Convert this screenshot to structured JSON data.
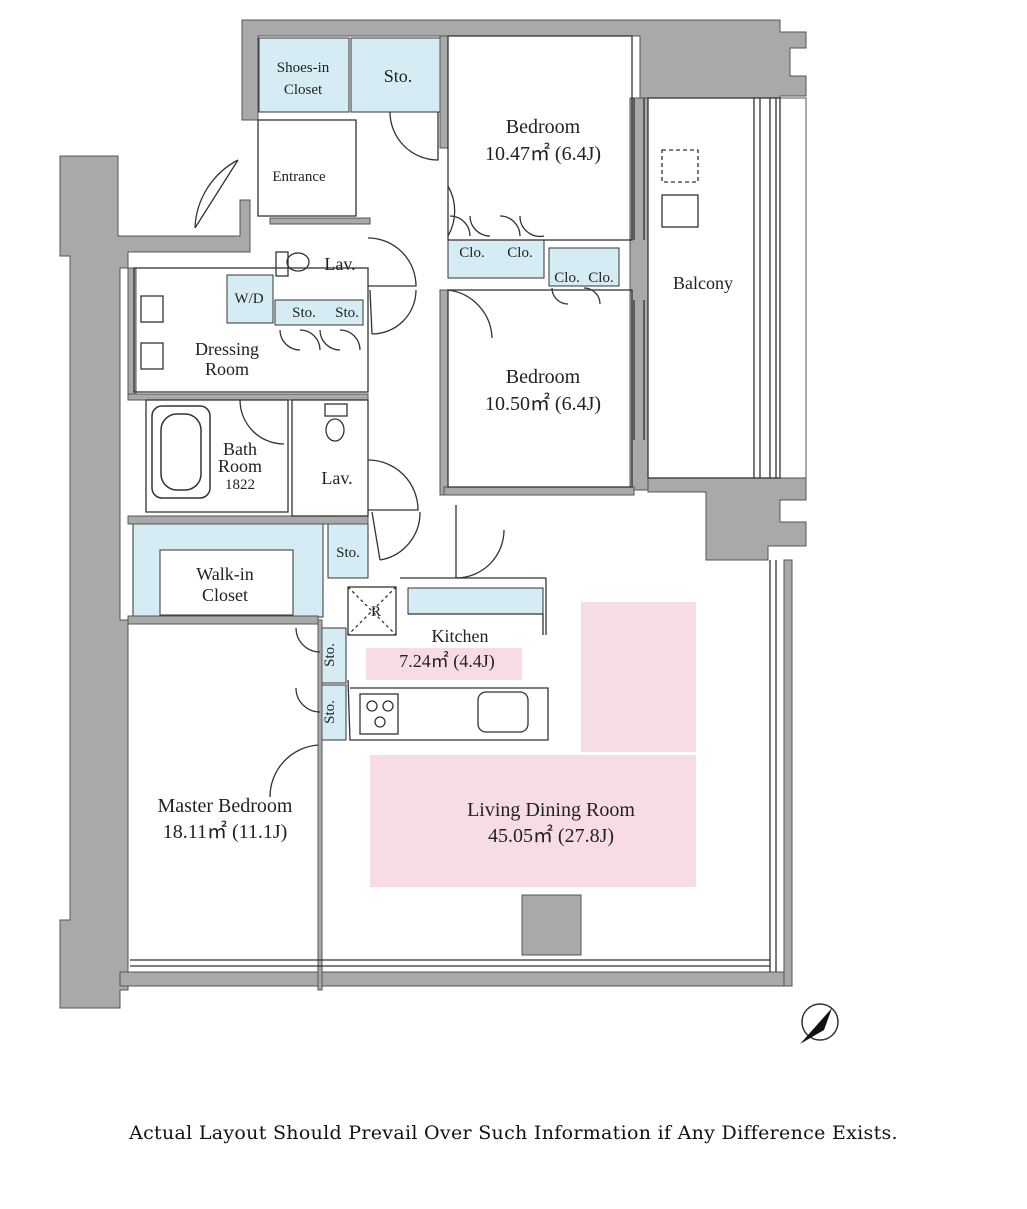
{
  "rooms": {
    "shoes_closet": [
      "Shoes-in",
      "Closet"
    ],
    "storage_top": "Sto.",
    "bedroom_1": {
      "name": "Bedroom",
      "area": "10.47㎡ (6.4J)"
    },
    "entrance": "Entrance",
    "lav_upper": "Lav.",
    "closets": [
      "Clo.",
      "Clo.",
      "Clo.",
      "Clo."
    ],
    "balcony": "Balcony",
    "washer_dryer": "W/D",
    "storage_dressing": [
      "Sto.",
      "Sto."
    ],
    "dressing_room": [
      "Dressing",
      "Room"
    ],
    "bedroom_2": {
      "name": "Bedroom",
      "area": "10.50㎡ (6.4J)"
    },
    "bath_room": [
      "Bath",
      "Room",
      "1822"
    ],
    "lav_lower": "Lav.",
    "storage_hall": "Sto.",
    "walkin_closet": [
      "Walk-in",
      "Closet"
    ],
    "refrigerator": "R",
    "kitchen": {
      "name": "Kitchen",
      "area": "7.24㎡ (4.4J)"
    },
    "storage_master": [
      "Sto.",
      "Sto."
    ],
    "master_bedroom": {
      "name": "Master Bedroom",
      "area": "18.11㎡ (11.1J)"
    },
    "living_dining": {
      "name": "Living Dining Room",
      "area": "45.05㎡ (27.8J)"
    }
  },
  "disclaimer": "Actual Layout Should Prevail Over Such Information if Any Difference Exists.",
  "colors": {
    "wall": "#a9a9a9",
    "storage_fill": "#d6ecf5",
    "living_highlight": "#f7dce6",
    "line": "#333333"
  },
  "icons": [
    "compass-north-icon",
    "refrigerator-icon",
    "bathtub-icon",
    "toilet-icon",
    "stove-icon",
    "sink-icon"
  ]
}
